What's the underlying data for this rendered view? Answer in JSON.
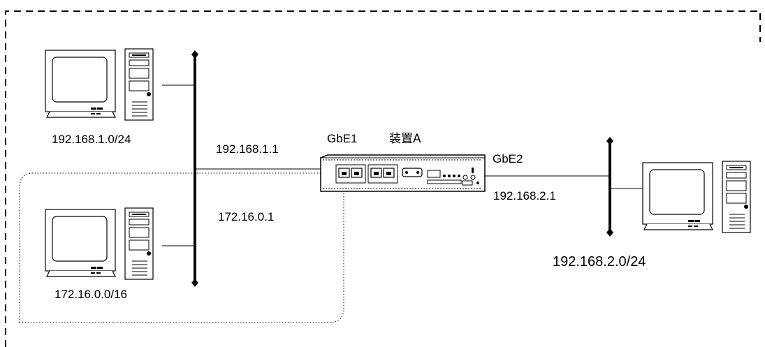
{
  "device": {
    "name": "装置A"
  },
  "ports": {
    "gbe1": "GbE1",
    "gbe2": "GbE2"
  },
  "networks": {
    "lan1": {
      "subnet": "192.168.1.0/24",
      "gateway": "192.168.1.1"
    },
    "lan_secondary": {
      "subnet": "172.16.0.0/16",
      "gateway": "172.16.0.1"
    },
    "lan2": {
      "subnet": "192.168.2.0/24",
      "gateway": "192.168.2.1"
    }
  }
}
